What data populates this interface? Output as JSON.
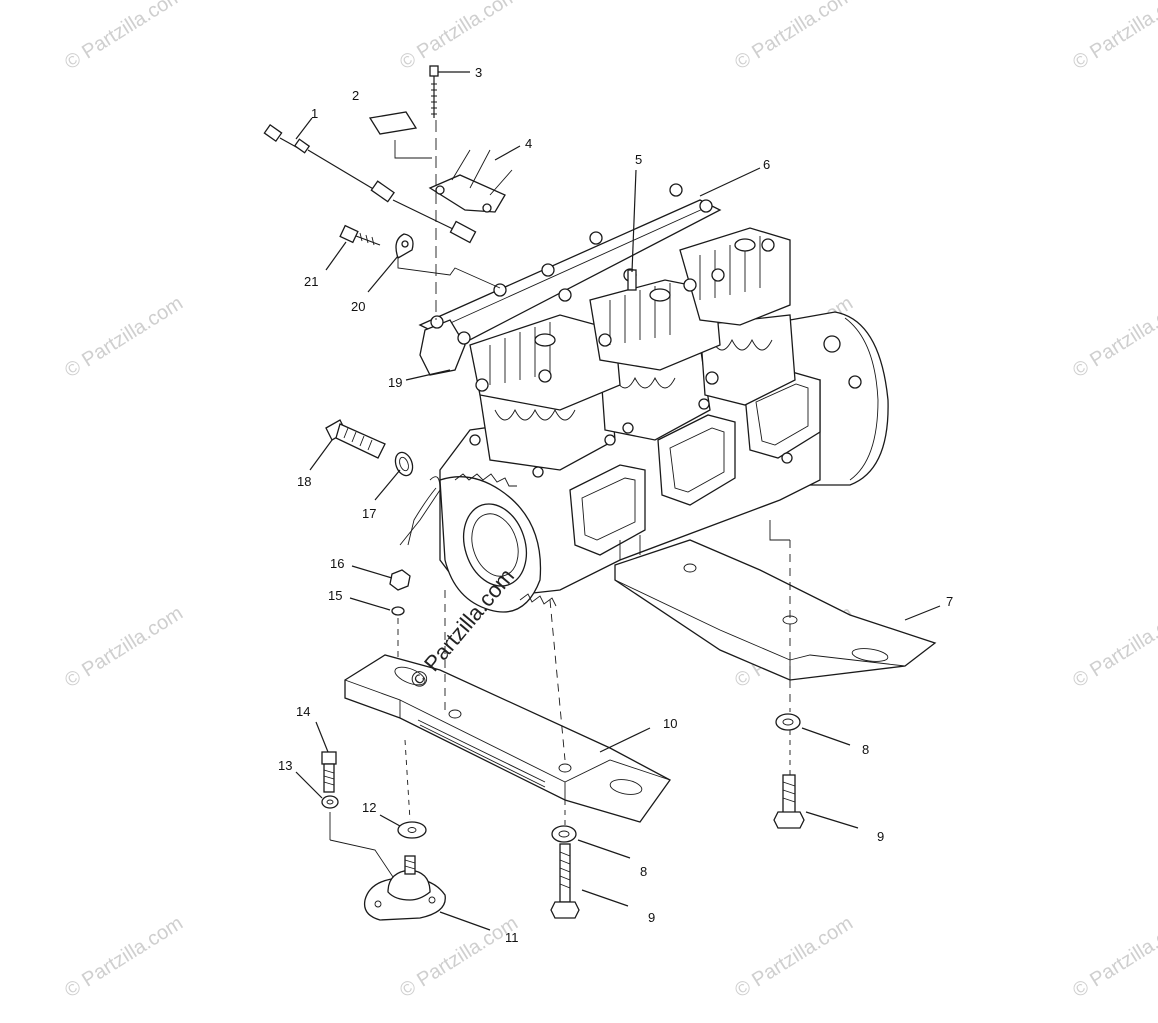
{
  "watermark": {
    "text": "© Partzilla.com",
    "main_text": "© Partzilla.com"
  },
  "callouts": [
    {
      "id": "1",
      "text": "1"
    },
    {
      "id": "2",
      "text": "2"
    },
    {
      "id": "3",
      "text": "3"
    },
    {
      "id": "4",
      "text": "4"
    },
    {
      "id": "5",
      "text": "5"
    },
    {
      "id": "6",
      "text": "6"
    },
    {
      "id": "7",
      "text": "7"
    },
    {
      "id": "8a",
      "text": "8"
    },
    {
      "id": "8b",
      "text": "8"
    },
    {
      "id": "9a",
      "text": "9"
    },
    {
      "id": "9b",
      "text": "9"
    },
    {
      "id": "10",
      "text": "10"
    },
    {
      "id": "11",
      "text": "11"
    },
    {
      "id": "12",
      "text": "12"
    },
    {
      "id": "13",
      "text": "13"
    },
    {
      "id": "14",
      "text": "14"
    },
    {
      "id": "15",
      "text": "15"
    },
    {
      "id": "16",
      "text": "16"
    },
    {
      "id": "17",
      "text": "17"
    },
    {
      "id": "18",
      "text": "18"
    },
    {
      "id": "19",
      "text": "19"
    },
    {
      "id": "20",
      "text": "20"
    },
    {
      "id": "21",
      "text": "21"
    }
  ]
}
